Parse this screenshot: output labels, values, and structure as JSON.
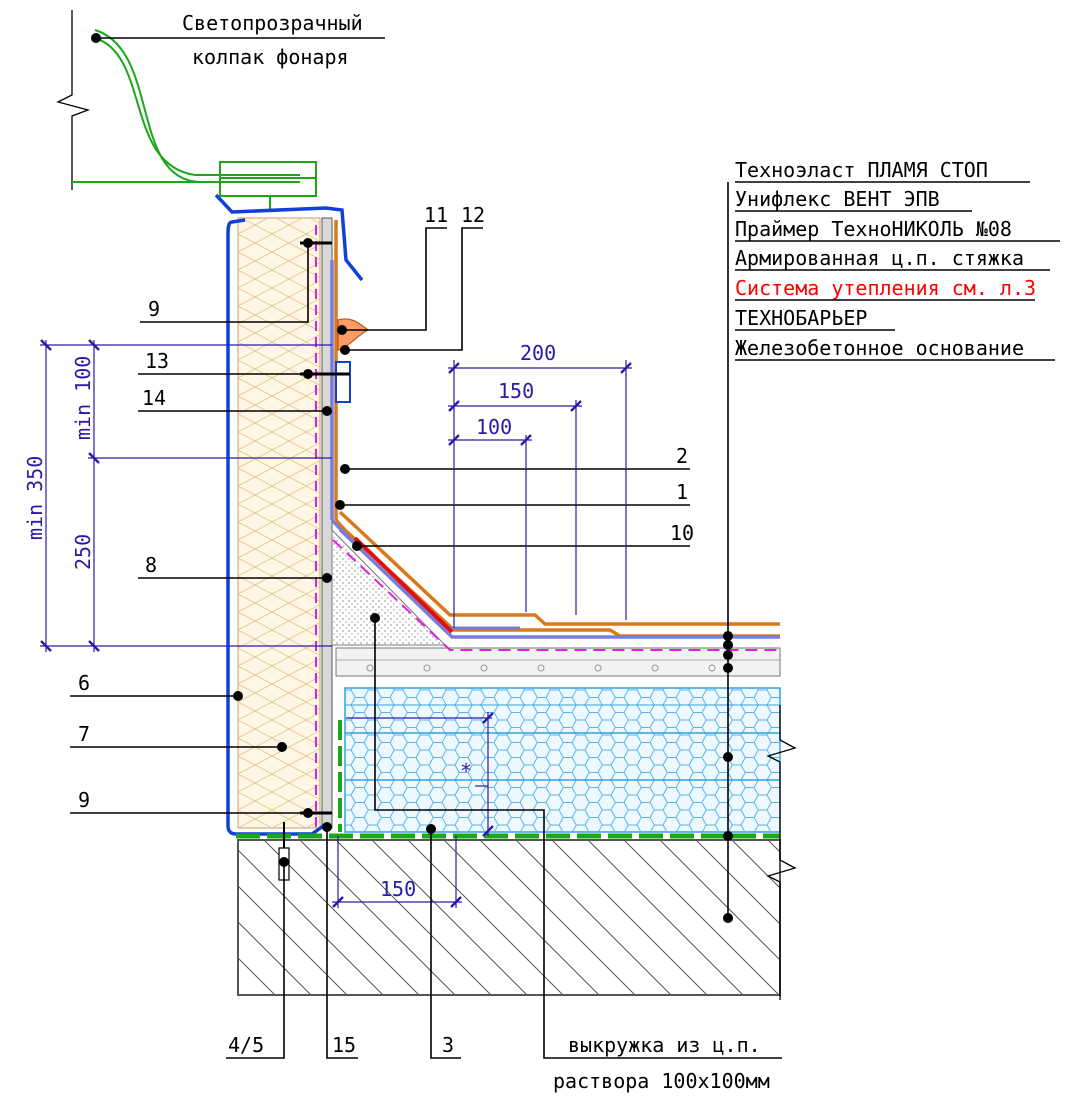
{
  "header_note": {
    "line1": "Светопрозрачный",
    "line2": "колпак фонаря"
  },
  "layers_stack": [
    "Техноэласт ПЛАМЯ СТОП",
    "Унифлекс ВЕНТ ЭПВ",
    "Праймер ТехноНИКОЛЬ №08",
    "Армированная ц.п. стяжка",
    "Система утепления см. л.3",
    "ТЕХНОБАРЬЕР",
    "Железобетонное основание"
  ],
  "highlight_color": "#ff0000",
  "callouts": {
    "n1": "1",
    "n2": "2",
    "n3": "3",
    "n45": "4/5",
    "n6": "6",
    "n7": "7",
    "n8": "8",
    "n9a": "9",
    "n9b": "9",
    "n10": "10",
    "n11": "11",
    "n12": "12",
    "n13": "13",
    "n14": "14",
    "n15": "15"
  },
  "dimensions": {
    "d200": "200",
    "d150": "150",
    "d100": "100",
    "dmin350": "min 350",
    "dmin100": "min 100",
    "d250": "250",
    "d150b": "150",
    "star": "*"
  },
  "fillet_note": {
    "line1": "выкружка из ц.п.",
    "line2": "раствора 100х100мм"
  },
  "colors": {
    "dimension": "#2a1aa8",
    "glazing": "#1aa81a",
    "cap_flashing": "#1040d8",
    "membrane_top": "#d97a1a",
    "membrane_base": "#7b7bd8",
    "primer": "#e01010",
    "vapour_barrier": "#e020e0",
    "insulation": "#33a0e0"
  }
}
